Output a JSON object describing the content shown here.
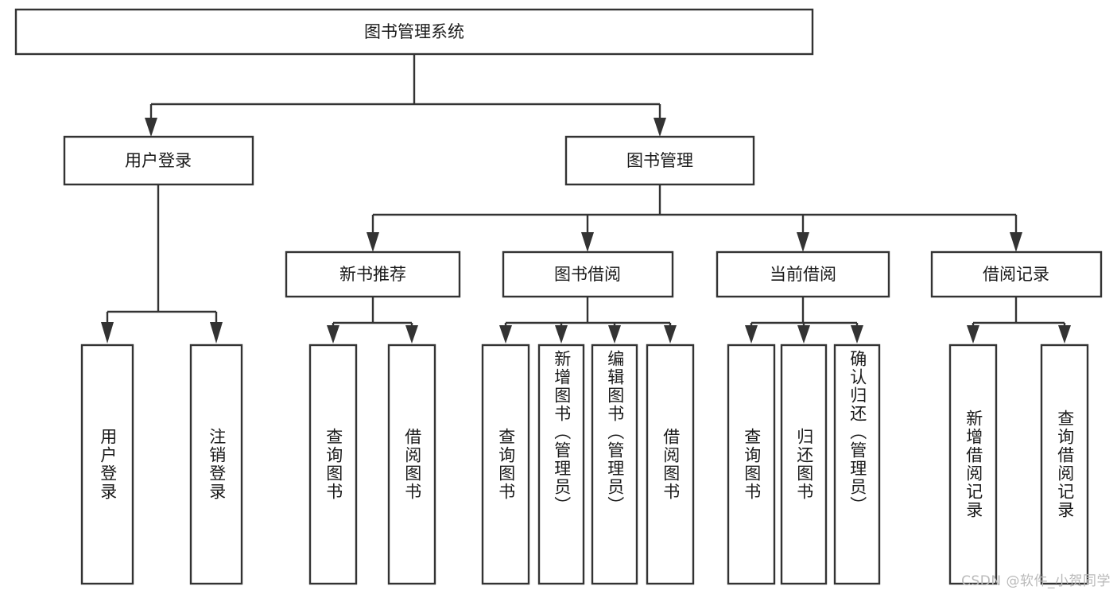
{
  "diagram": {
    "type": "tree",
    "title": "图书管理系统",
    "root": {
      "id": "root",
      "label": "图书管理系统"
    },
    "level2": [
      {
        "id": "user-login",
        "label": "用户登录"
      },
      {
        "id": "book-manage",
        "label": "图书管理"
      }
    ],
    "level3": [
      {
        "id": "new-book-rec",
        "label": "新书推荐",
        "parent": "book-manage"
      },
      {
        "id": "book-borrow",
        "label": "图书借阅",
        "parent": "book-manage"
      },
      {
        "id": "current-borrow",
        "label": "当前借阅",
        "parent": "book-manage"
      },
      {
        "id": "borrow-record",
        "label": "借阅记录",
        "parent": "book-manage"
      }
    ],
    "leaves": [
      {
        "id": "leaf-user-login",
        "label": "用户登录",
        "parent": "user-login"
      },
      {
        "id": "leaf-logout",
        "label": "注销登录",
        "parent": "user-login"
      },
      {
        "id": "leaf-query-book-1",
        "label": "查询图书",
        "parent": "new-book-rec"
      },
      {
        "id": "leaf-borrow-book-1",
        "label": "借阅图书",
        "parent": "new-book-rec"
      },
      {
        "id": "leaf-query-book-2",
        "label": "查询图书",
        "parent": "book-borrow"
      },
      {
        "id": "leaf-add-book",
        "label": "新增图书（管理员）",
        "parent": "book-borrow"
      },
      {
        "id": "leaf-edit-book",
        "label": "编辑图书（管理员）",
        "parent": "book-borrow"
      },
      {
        "id": "leaf-borrow-book-2",
        "label": "借阅图书",
        "parent": "book-borrow"
      },
      {
        "id": "leaf-query-book-3",
        "label": "查询图书",
        "parent": "current-borrow"
      },
      {
        "id": "leaf-return-book",
        "label": "归还图书",
        "parent": "current-borrow"
      },
      {
        "id": "leaf-confirm-return",
        "label": "确认归还（管理员）",
        "parent": "current-borrow"
      },
      {
        "id": "leaf-add-record",
        "label": "新增借阅记录",
        "parent": "borrow-record"
      },
      {
        "id": "leaf-query-record",
        "label": "查询借阅记录",
        "parent": "borrow-record"
      }
    ],
    "colors": {
      "stroke": "#333333",
      "fill": "#ffffff",
      "text": "#1a1a1a",
      "watermark": "#b9b9b9"
    }
  },
  "watermark": {
    "text": "CSDN @软件_小贺同学"
  }
}
